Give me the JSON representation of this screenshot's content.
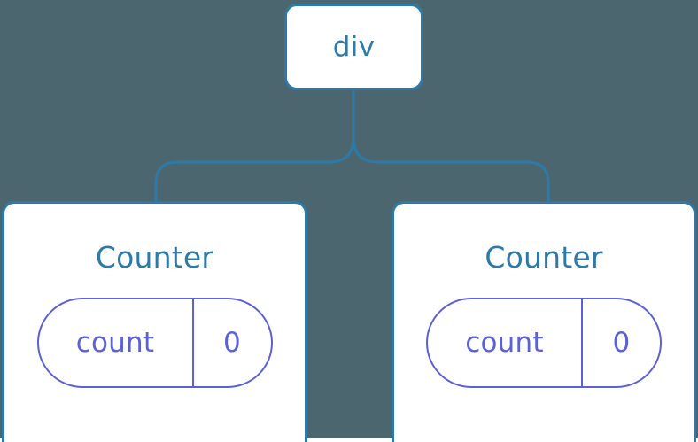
{
  "diagram": {
    "type": "component-tree",
    "background_color": "#4c666f",
    "node_border_color": "#2d7aa8",
    "node_fill_color": "#ffffff",
    "node_label_color": "#2d7aa8",
    "state_color": "#5b62d8",
    "connector_color": "#2d7aa8",
    "root": {
      "label": "div"
    },
    "children": [
      {
        "label": "Counter",
        "state": {
          "key": "count",
          "value": "0"
        }
      },
      {
        "label": "Counter",
        "state": {
          "key": "count",
          "value": "0"
        }
      }
    ]
  }
}
